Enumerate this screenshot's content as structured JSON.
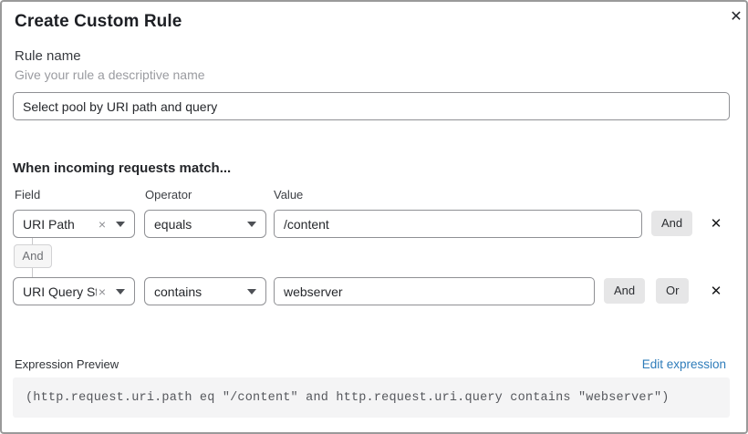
{
  "dialog": {
    "title": "Create Custom Rule"
  },
  "icons": {
    "close": "✕",
    "remove": "✕",
    "clear": "×"
  },
  "rule_name": {
    "label": "Rule name",
    "hint": "Give your rule a descriptive name",
    "value": "Select pool by URI path and query"
  },
  "matcher": {
    "heading": "When incoming requests match...",
    "columns": {
      "field": "Field",
      "operator": "Operator",
      "value": "Value"
    },
    "connector_label": "And",
    "rows": [
      {
        "field": "URI Path",
        "operator": "equals",
        "value": "/content",
        "and_label": "And"
      },
      {
        "field": "URI Query St...",
        "operator": "contains",
        "value": "webserver",
        "and_label": "And",
        "or_label": "Or"
      }
    ]
  },
  "expression": {
    "label": "Expression Preview",
    "edit_link": "Edit expression",
    "code": "(http.request.uri.path eq \"/content\" and http.request.uri.query contains \"webserver\")"
  },
  "colors": {
    "link_blue": "#2e7cba",
    "input_border": "#8f9094",
    "button_bg": "#e6e6e7"
  }
}
